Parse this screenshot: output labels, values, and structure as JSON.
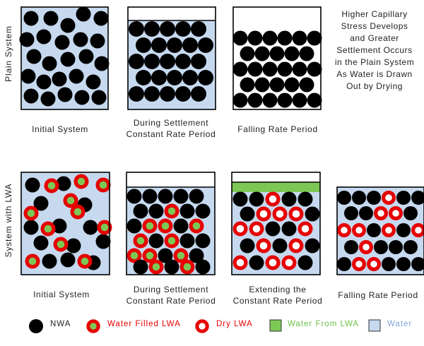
{
  "colors": {
    "water": "#c6d9ef",
    "water_from_lwa": "#7dc855",
    "particle": "#000000",
    "lwa_ring": "#e60000",
    "lwa_fill_text": "#e60000",
    "water_text": "#7fa4d4",
    "lwa_water_text": "#6cc04a",
    "frame": "#000000"
  },
  "row_labels": {
    "plain": "Plain System",
    "lwa": "System with LWA"
  },
  "captions": {
    "plain_initial": "Initial System",
    "plain_settlement": [
      "During Settlement",
      "Constant Rate Period"
    ],
    "plain_falling": "Falling Rate Period",
    "lwa_initial": "Initial System",
    "lwa_settlement": [
      "During Settlement",
      "Constant Rate Period"
    ],
    "lwa_extending": [
      "Extending  the",
      "Constant Rate Period"
    ],
    "lwa_falling": "Falling  Rate Period"
  },
  "note_lines": [
    "Higher Capillary",
    "Stress Develops",
    "and Greater",
    "Settlement Occurs",
    "in the Plain System",
    "As Water is Drawn",
    "Out by Drying"
  ],
  "legend": {
    "nwa": "NWA",
    "water_filled_lwa": "Water Filled LWA",
    "dry_lwa": "Dry LWA",
    "water_from_lwa": "Water From LWA",
    "water": "Water"
  }
}
